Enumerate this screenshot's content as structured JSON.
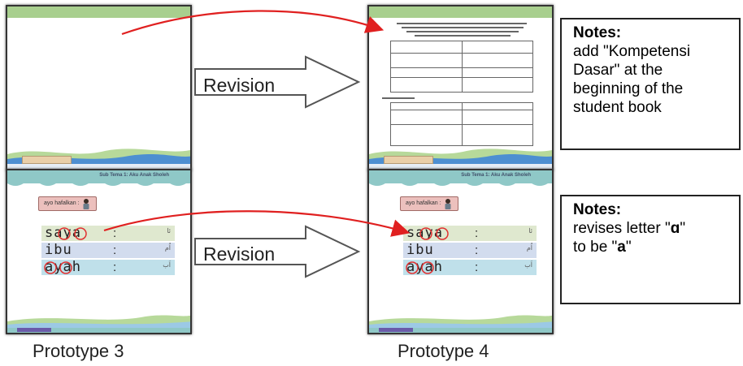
{
  "revision_label": "Revision",
  "captions": {
    "left": "Prototype 3",
    "right": "Prototype 4"
  },
  "notes": [
    {
      "heading": "Notes:",
      "lines": [
        "add \"Kompetensi",
        "Dasar\" at the",
        "beginning of the",
        "student book"
      ]
    },
    {
      "heading": "Notes:",
      "line1_prefix": "revises letter \"",
      "line1_bold": "ɑ",
      "line1_suffix": "\"",
      "line2_prefix": "to be \"",
      "line2_bold": "a",
      "line2_suffix": "\""
    }
  ],
  "book_page": {
    "header": "Sub Tema 1: Aku Anak Sholeh",
    "picture_label": "ayo hafalkan :",
    "words": [
      {
        "word": "saya",
        "colon": ":",
        "color": "#dfe8cf"
      },
      {
        "word": "ibu",
        "colon": ":",
        "color": "#d2dcee"
      },
      {
        "word": "ayah",
        "colon": ":",
        "color": "#bfe0ea"
      }
    ]
  },
  "colors": {
    "arrow_red": "#e02020",
    "circle_red": "#e03030",
    "green_band": "#a8cf8e",
    "teal_header": "#8fc8c7"
  }
}
